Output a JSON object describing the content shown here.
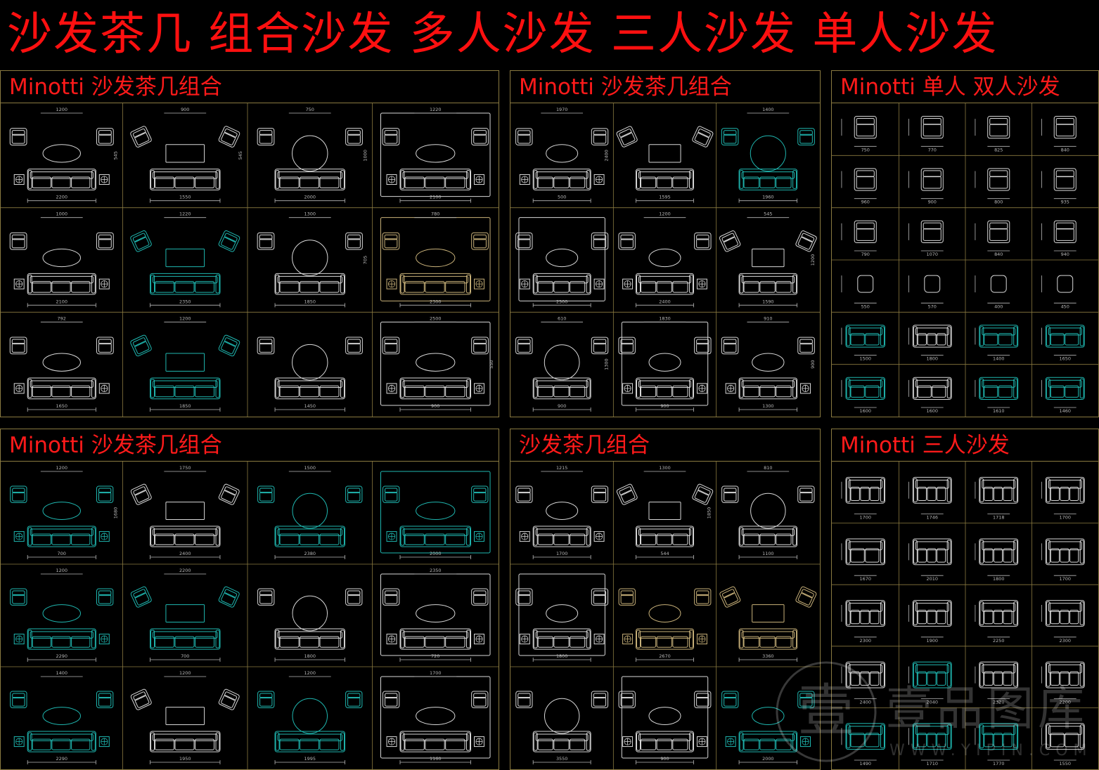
{
  "title": "沙发茶几  组合沙发  多人沙发  三人沙发  单人沙发",
  "colors": {
    "background": "#000000",
    "title_red": "#ff1010",
    "grid_line": "#8a7a40",
    "cad_white": "#d8d8d8",
    "cad_cyan": "#1fb7b0",
    "cad_tan": "#c9b27a",
    "cad_dim": "#b8b8b8"
  },
  "panels": [
    {
      "id": "minotti-combo-a",
      "title": "Minotti 沙发茶几组合",
      "cells": [
        {
          "style": "white",
          "dims": [
            "1200",
            "545",
            "2200"
          ]
        },
        {
          "style": "white",
          "dims": [
            "900",
            "545",
            "1550"
          ]
        },
        {
          "style": "white",
          "dims": [
            "750",
            "1000",
            "2000"
          ]
        },
        {
          "style": "white",
          "dims": [
            "1220",
            "2100"
          ]
        },
        {
          "style": "white",
          "dims": [
            "1000",
            "2100"
          ]
        },
        {
          "style": "cyan",
          "dims": [
            "1220",
            "2350"
          ]
        },
        {
          "style": "white",
          "dims": [
            "1300",
            "705",
            "1850"
          ]
        },
        {
          "style": "tan",
          "dims": [
            "780",
            "2300"
          ]
        },
        {
          "style": "white",
          "dims": [
            "792",
            "1650"
          ]
        },
        {
          "style": "cyan",
          "dims": [
            "1200",
            "1850"
          ]
        },
        {
          "style": "white",
          "dims": [
            "1450"
          ]
        },
        {
          "style": "white",
          "dims": [
            "2500",
            "550",
            "900"
          ]
        }
      ]
    },
    {
      "id": "minotti-combo-b",
      "title": "Minotti 沙发茶几组合",
      "cells": [
        {
          "style": "white",
          "dims": [
            "1970",
            "2400",
            "500"
          ]
        },
        {
          "style": "white",
          "dims": [
            "1595"
          ]
        },
        {
          "style": "cyan",
          "dims": [
            "1400",
            "1960"
          ]
        },
        {
          "style": "white",
          "dims": [
            "2500"
          ]
        },
        {
          "style": "white",
          "dims": [
            "1200",
            "2400"
          ]
        },
        {
          "style": "white",
          "dims": [
            "545",
            "1200",
            "1590"
          ]
        },
        {
          "style": "white",
          "dims": [
            "610",
            "1300",
            "900"
          ]
        },
        {
          "style": "white",
          "dims": [
            "1830",
            "900"
          ]
        },
        {
          "style": "white",
          "dims": [
            "910",
            "900",
            "1300"
          ]
        }
      ]
    },
    {
      "id": "minotti-single-double",
      "title": "Minotti 单人 双人沙发",
      "cells": [
        {
          "style": "white",
          "dims": [
            "750"
          ]
        },
        {
          "style": "white",
          "dims": [
            "770"
          ]
        },
        {
          "style": "white",
          "dims": [
            "825"
          ]
        },
        {
          "style": "white",
          "dims": [
            "840"
          ]
        },
        {
          "style": "white",
          "dims": [
            "960"
          ]
        },
        {
          "style": "white",
          "dims": [
            "900"
          ]
        },
        {
          "style": "white",
          "dims": [
            "800"
          ]
        },
        {
          "style": "white",
          "dims": [
            "935"
          ]
        },
        {
          "style": "white",
          "dims": [
            "790"
          ]
        },
        {
          "style": "white",
          "dims": [
            "1070"
          ]
        },
        {
          "style": "white",
          "dims": [
            "840"
          ]
        },
        {
          "style": "white",
          "dims": [
            "940"
          ]
        },
        {
          "style": "white",
          "dims": [
            "550"
          ]
        },
        {
          "style": "white",
          "dims": [
            "570"
          ]
        },
        {
          "style": "white",
          "dims": [
            "400"
          ]
        },
        {
          "style": "white",
          "dims": [
            "450"
          ]
        },
        {
          "style": "cyan",
          "dims": [
            "1500"
          ]
        },
        {
          "style": "white",
          "dims": [
            "1800"
          ]
        },
        {
          "style": "cyan",
          "dims": [
            "1400"
          ]
        },
        {
          "style": "cyan",
          "dims": [
            "1650"
          ]
        },
        {
          "style": "cyan",
          "dims": [
            "1600"
          ]
        },
        {
          "style": "white",
          "dims": [
            "1600"
          ]
        },
        {
          "style": "cyan",
          "dims": [
            "1610"
          ]
        },
        {
          "style": "cyan",
          "dims": [
            "1460"
          ]
        }
      ]
    },
    {
      "id": "minotti-combo-c",
      "title": "Minotti 沙发茶几组合",
      "cells": [
        {
          "style": "cyan",
          "dims": [
            "1200",
            "1680",
            "700"
          ]
        },
        {
          "style": "white",
          "dims": [
            "1750",
            "2400"
          ]
        },
        {
          "style": "cyan",
          "dims": [
            "1500",
            "2380"
          ]
        },
        {
          "style": "cyan",
          "dims": [
            "2000"
          ]
        },
        {
          "style": "cyan",
          "dims": [
            "1200",
            "2290"
          ]
        },
        {
          "style": "cyan",
          "dims": [
            "2200",
            "700"
          ]
        },
        {
          "style": "white",
          "dims": [
            "1800"
          ]
        },
        {
          "style": "white",
          "dims": [
            "2350",
            "720"
          ]
        },
        {
          "style": "cyan",
          "dims": [
            "1400",
            "2290"
          ]
        },
        {
          "style": "white",
          "dims": [
            "1200",
            "1950"
          ]
        },
        {
          "style": "cyan",
          "dims": [
            "1200",
            "1995"
          ]
        },
        {
          "style": "white",
          "dims": [
            "1700",
            "1160"
          ]
        }
      ]
    },
    {
      "id": "sofa-combo",
      "title": "沙发茶几组合",
      "cells": [
        {
          "style": "white",
          "dims": [
            "1215",
            "1700"
          ]
        },
        {
          "style": "white",
          "dims": [
            "1300",
            "1850",
            "544"
          ]
        },
        {
          "style": "white",
          "dims": [
            "810",
            "1100"
          ]
        },
        {
          "style": "white",
          "dims": [
            "1800"
          ]
        },
        {
          "style": "tan",
          "dims": [
            "2670"
          ]
        },
        {
          "style": "tan",
          "dims": [
            "3360"
          ]
        },
        {
          "style": "white",
          "dims": [
            "3550"
          ]
        },
        {
          "style": "white",
          "dims": [
            "900"
          ]
        },
        {
          "style": "cyan",
          "dims": [
            "2000"
          ]
        }
      ]
    },
    {
      "id": "minotti-three-seat",
      "title": "Minotti 三人沙发",
      "cells": [
        {
          "style": "white",
          "dims": [
            "1700"
          ]
        },
        {
          "style": "white",
          "dims": [
            "1746"
          ]
        },
        {
          "style": "white",
          "dims": [
            "1718"
          ]
        },
        {
          "style": "white",
          "dims": [
            "1700"
          ]
        },
        {
          "style": "white",
          "dims": [
            "1670"
          ]
        },
        {
          "style": "white",
          "dims": [
            "2010"
          ]
        },
        {
          "style": "white",
          "dims": [
            "1800"
          ]
        },
        {
          "style": "white",
          "dims": [
            "1700"
          ]
        },
        {
          "style": "white",
          "dims": [
            "2300"
          ]
        },
        {
          "style": "white",
          "dims": [
            "1900"
          ]
        },
        {
          "style": "white",
          "dims": [
            "2250"
          ]
        },
        {
          "style": "white",
          "dims": [
            "2300"
          ]
        },
        {
          "style": "white",
          "dims": [
            "2400"
          ]
        },
        {
          "style": "cyan",
          "dims": [
            "2040"
          ]
        },
        {
          "style": "white",
          "dims": [
            "2320"
          ]
        },
        {
          "style": "white",
          "dims": [
            "2200"
          ]
        },
        {
          "style": "cyan",
          "dims": [
            "1490"
          ]
        },
        {
          "style": "cyan",
          "dims": [
            "1710"
          ]
        },
        {
          "style": "cyan",
          "dims": [
            "1770"
          ]
        },
        {
          "style": "white",
          "dims": [
            "1550"
          ]
        }
      ]
    }
  ],
  "watermark": {
    "logo_glyph": "壹",
    "text": "壹品图库",
    "caption": "WWW.YIPIN.COM"
  }
}
